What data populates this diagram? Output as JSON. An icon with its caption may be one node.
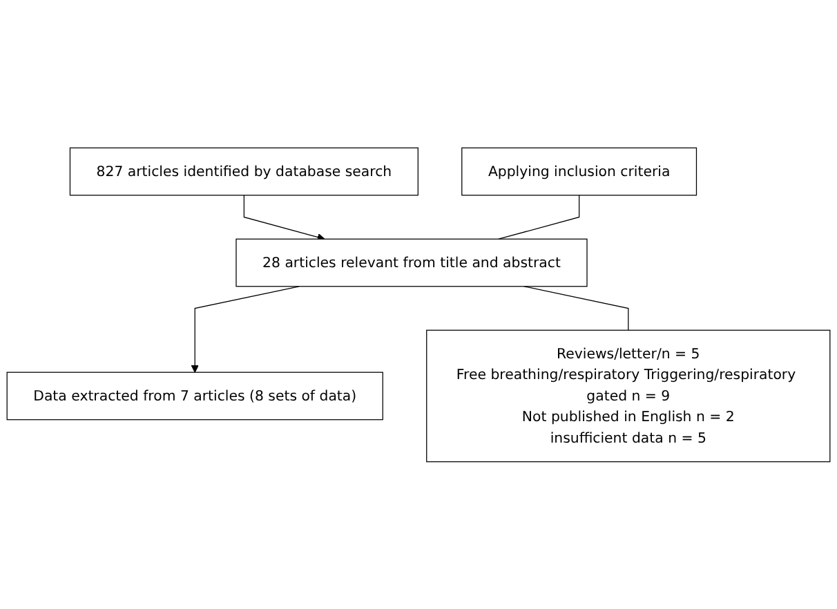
{
  "diagram": {
    "nodes": [
      {
        "text": [
          "827 articles identified by database search"
        ]
      },
      {
        "text": [
          "28 articles relevant from title and abstract"
        ]
      },
      {
        "text": [
          "Applying inclusion criteria"
        ]
      },
      {
        "text": [
          "Reviews/letter/n = 5",
          "Free breathing/respiratory Triggering/respiratory gated n = 9",
          "Not published in English n = 2",
          "insufficient data n = 5"
        ]
      },
      {
        "text": [
          "Data extracted from 7 articles (8 sets of data)"
        ]
      }
    ],
    "edges": [
      {
        "from": 0,
        "to": 1,
        "arrow": "to"
      },
      {
        "from": 1,
        "to": 4,
        "arrow": "to"
      },
      {
        "from": 2,
        "to": 1,
        "arrow": "none"
      },
      {
        "from": 1,
        "to": 3,
        "arrow": "none"
      }
    ]
  }
}
